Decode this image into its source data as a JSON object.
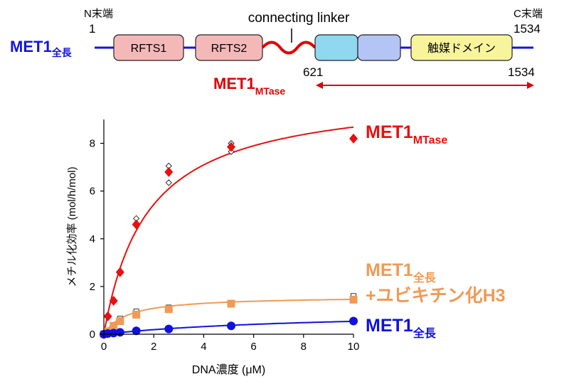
{
  "domain_diagram": {
    "n_term_label": "N末端",
    "n_term_pos": "1",
    "c_term_label": "C末端",
    "c_term_pos": "1534",
    "full_length_main": "MET1",
    "full_length_sub": "全長",
    "linker_label": "connecting linker",
    "domains": [
      "RFTS1",
      "RFTS2",
      "",
      "",
      "触媒ドメイン"
    ],
    "mtase_main": "MET1",
    "mtase_sub": "MTase",
    "mtase_start": "621",
    "mtase_end": "1534",
    "colors": {
      "backbone": "#1414dc",
      "rfts_fill": "#f4b8b8",
      "domain_a_fill": "#8fd8f0",
      "domain_b_fill": "#b4c4f4",
      "catalytic_fill": "#f8f49c",
      "linker": "#e00000",
      "mtase_arrow": "#e00000"
    }
  },
  "chart_data": {
    "type": "scatter",
    "xlabel": "DNA濃度 (μM)",
    "ylabel": "メチル化効率 (mol/h/mol)",
    "xlim": [
      0,
      10
    ],
    "ylim": [
      0,
      9
    ],
    "xticks": [
      "0",
      "2",
      "4",
      "6",
      "8",
      "10"
    ],
    "yticks": [
      "0",
      "2",
      "4",
      "6",
      "8"
    ],
    "grid": false,
    "series": [
      {
        "name": "MET1 MTase",
        "label_main": "MET1",
        "label_sub": "MTase",
        "color": "#e81010",
        "marker": "diamond",
        "x": [
          0,
          0.16,
          0.39,
          0.65,
          1.3,
          2.6,
          5.1,
          10
        ],
        "y": [
          0,
          0.75,
          1.4,
          2.6,
          4.6,
          6.8,
          7.85,
          8.2
        ],
        "replicates": [
          {
            "x": 1.3,
            "y": 4.85
          },
          {
            "x": 2.6,
            "y": 7.05
          },
          {
            "x": 2.6,
            "y": 6.35
          },
          {
            "x": 5.1,
            "y": 8.0
          },
          {
            "x": 5.1,
            "y": 7.65
          }
        ],
        "fit": {
          "vmax": 10.2,
          "km": 1.75
        }
      },
      {
        "name": "MET1 全長 +ユビキチン化H3",
        "label_main": "MET1",
        "label_sub": "全長",
        "label_line2": "+ユビキチン化H3",
        "color": "#f09a55",
        "marker": "square",
        "x": [
          0,
          0.16,
          0.39,
          0.65,
          1.3,
          2.6,
          5.1,
          10
        ],
        "y": [
          0,
          0.12,
          0.35,
          0.55,
          0.82,
          1.05,
          1.28,
          1.45
        ],
        "replicates": [
          {
            "x": 0.65,
            "y": 0.65
          },
          {
            "x": 1.3,
            "y": 0.95
          },
          {
            "x": 2.6,
            "y": 1.12
          },
          {
            "x": 10,
            "y": 1.6
          }
        ],
        "fit": {
          "vmax": 1.6,
          "km": 0.95
        }
      },
      {
        "name": "MET1 全長",
        "label_main": "MET1",
        "label_sub": "全長",
        "color": "#1010e0",
        "marker": "circle",
        "x": [
          0,
          0.16,
          0.39,
          0.65,
          1.3,
          2.6,
          5.1,
          10
        ],
        "y": [
          0,
          0.03,
          0.05,
          0.08,
          0.14,
          0.22,
          0.35,
          0.55
        ],
        "replicates": [],
        "fit": {
          "vmax": 1.0,
          "km": 8.5
        }
      }
    ]
  }
}
